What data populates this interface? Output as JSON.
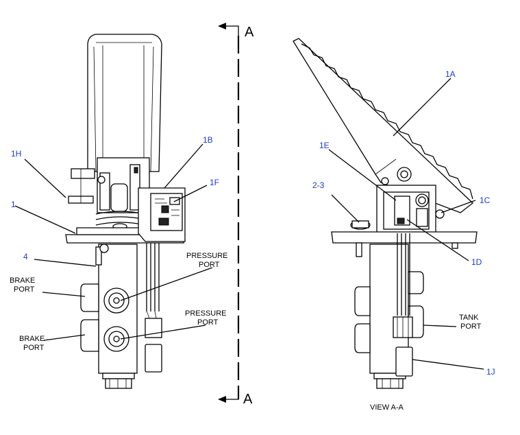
{
  "section_marker": {
    "top": "A",
    "bottom": "A"
  },
  "callouts": {
    "c1": "1",
    "c1h": "1H",
    "c1b": "1B",
    "c1f": "1F",
    "c4": "4",
    "c1a": "1A",
    "c1e": "1E",
    "c23": "2-3",
    "c1c": "1C",
    "c1d": "1D",
    "c1j": "1J"
  },
  "ports": {
    "brake1_a": "BRAKE",
    "brake1_b": "PORT",
    "brake2_a": "BRAKE",
    "brake2_b": "PORT",
    "pressure1_a": "PRESSURE",
    "pressure1_b": "PORT",
    "pressure2_a": "PRESSURE",
    "pressure2_b": "PORT",
    "tank_a": "TANK",
    "tank_b": "PORT"
  },
  "view_label": "VIEW A-A",
  "colors": {
    "callout": "#1a3ad6",
    "line": "#000000"
  }
}
